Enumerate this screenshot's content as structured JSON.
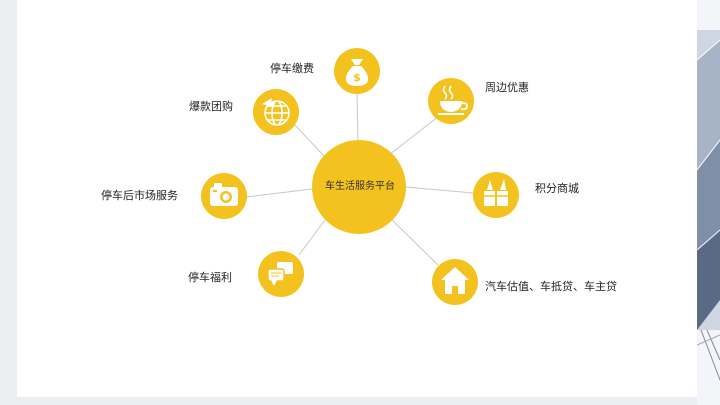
{
  "diagram": {
    "center": {
      "label": "车生活服务平台"
    },
    "nodes": [
      {
        "id": "parking-fee",
        "label": "停车缴费",
        "icon": "money-bag-icon"
      },
      {
        "id": "nearby-deals",
        "label": "周边优惠",
        "icon": "coffee-cup-icon"
      },
      {
        "id": "group-buy",
        "label": "爆款团购",
        "icon": "globe-plane-icon"
      },
      {
        "id": "points-mall",
        "label": "积分商城",
        "icon": "gift-box-icon"
      },
      {
        "id": "aftermarket",
        "label": "停车后市场服务",
        "icon": "camera-icon"
      },
      {
        "id": "valuation-loan",
        "label": "汽车估值、车抵贷、车主贷",
        "icon": "home-icon"
      },
      {
        "id": "parking-welfare",
        "label": "停车福利",
        "icon": "chat-bubbles-icon"
      }
    ],
    "colors": {
      "node_fill": "#f4c21f",
      "connector": "#c8c8c8",
      "icon": "#ffffff",
      "text": "#222222"
    }
  }
}
